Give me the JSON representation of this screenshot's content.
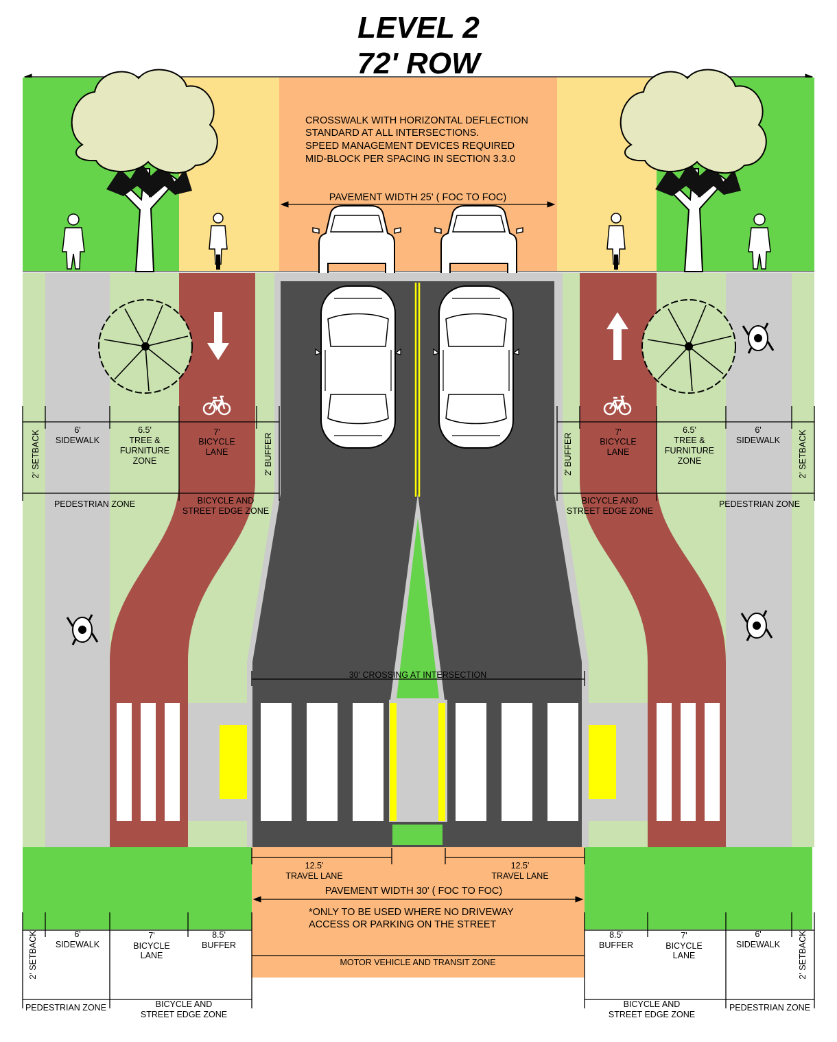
{
  "title": {
    "line1": "LEVEL 2",
    "line2": "72' ROW"
  },
  "colors": {
    "grass": "#66d44a",
    "light_green": "#c9e2b0",
    "sidewalk": "#cccccc",
    "bike_lane": "#a84f48",
    "bike_edge_yellow": "#fde08a",
    "road_orange": "#fdb97d",
    "asphalt": "#4d4d4d",
    "tree_canopy": "#e6e9bf",
    "crosswalk_yellow": "#ffff00",
    "center_line": "#ffff00"
  },
  "section_note": {
    "line1": "CROSSWALK WITH HORIZONTAL DEFLECTION",
    "line2": "STANDARD AT ALL INTERSECTIONS.",
    "line3": "SPEED MANAGEMENT DEVICES REQUIRED",
    "line4": "MID-BLOCK PER SPACING IN SECTION 3.3.0"
  },
  "pavement_top": "PAVEMENT WIDTH 25' ( FOC TO FOC)",
  "left_dims": {
    "setback": "2' SETBACK",
    "sidewalk_w": "6'",
    "sidewalk": "SIDEWALK",
    "tree_w": "6.5'",
    "tree1": "TREE &",
    "tree2": "FURNITURE",
    "tree3": "ZONE",
    "bike_w": "7'",
    "bike1": "BICYCLE",
    "bike2": "LANE",
    "buffer": "2' BUFFER",
    "ped_zone": "PEDESTRIAN ZONE",
    "edge1": "BICYCLE AND",
    "edge2": "STREET EDGE ZONE"
  },
  "right_dims": {
    "setback": "2' SETBACK",
    "sidewalk_w": "6'",
    "sidewalk": "SIDEWALK",
    "tree_w": "6.5'",
    "tree1": "TREE &",
    "tree2": "FURNITURE",
    "tree3": "ZONE",
    "bike_w": "7'",
    "bike1": "BICYCLE",
    "bike2": "LANE",
    "buffer": "2' BUFFER",
    "ped_zone": "PEDESTRIAN ZONE",
    "edge1": "BICYCLE AND",
    "edge2": "STREET EDGE ZONE"
  },
  "crossing": "30' CROSSING AT INTERSECTION",
  "travel_left_w": "12.5'",
  "travel_left": "TRAVEL LANE",
  "travel_right_w": "12.5'",
  "travel_right": "TRAVEL LANE",
  "pavement_bottom": "PAVEMENT WIDTH 30' ( FOC TO FOC)",
  "bottom_note": {
    "line1": "*ONLY TO BE USED WHERE NO DRIVEWAY",
    "line2": "ACCESS OR PARKING ON THE STREET"
  },
  "motor_zone": "MOTOR VEHICLE AND TRANSIT ZONE",
  "bottom_left": {
    "setback": "2' SETBACK",
    "sidewalk_w": "6'",
    "sidewalk": "SIDEWALK",
    "bike_w": "7'",
    "bike1": "BICYCLE",
    "bike2": "LANE",
    "buffer_w": "8.5'",
    "buffer": "BUFFER",
    "ped_zone": "PEDESTRIAN ZONE",
    "edge1": "BICYCLE AND",
    "edge2": "STREET EDGE ZONE"
  },
  "bottom_right": {
    "setback": "2' SETBACK",
    "sidewalk_w": "6'",
    "sidewalk": "SIDEWALK",
    "bike_w": "7'",
    "bike1": "BICYCLE",
    "bike2": "LANE",
    "buffer_w": "8.5'",
    "buffer": "BUFFER",
    "ped_zone": "PEDESTRIAN ZONE",
    "edge1": "BICYCLE AND",
    "edge2": "STREET EDGE ZONE"
  },
  "icons": [
    "tree-icon",
    "pedestrian-icon",
    "cyclist-icon",
    "car-icon",
    "bicycle-symbol-icon",
    "direction-arrow-icon",
    "pedestrian-plan-icon"
  ]
}
